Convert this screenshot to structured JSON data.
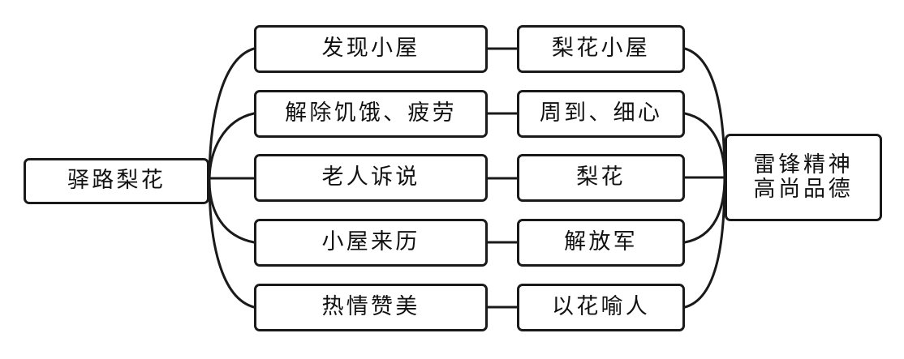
{
  "diagram": {
    "type": "mind-map",
    "title": "驿路梨花",
    "background_color": "#ffffff",
    "stroke_color": "#1a1a1a",
    "root": {
      "label": "驿路梨花"
    },
    "branches": [
      {
        "event": "发现小屋",
        "theme": "梨花小屋"
      },
      {
        "event": "解除饥饿、疲劳",
        "theme": "周到、细心"
      },
      {
        "event": "老人诉说",
        "theme": "梨花"
      },
      {
        "event": "小屋来历",
        "theme": "解放军"
      },
      {
        "event": "热情赞美",
        "theme": "以花喻人"
      }
    ],
    "conclusion": {
      "line1": "雷锋精神",
      "line2": "高尚品德",
      "label": "雷锋精神\n高尚品德"
    }
  }
}
